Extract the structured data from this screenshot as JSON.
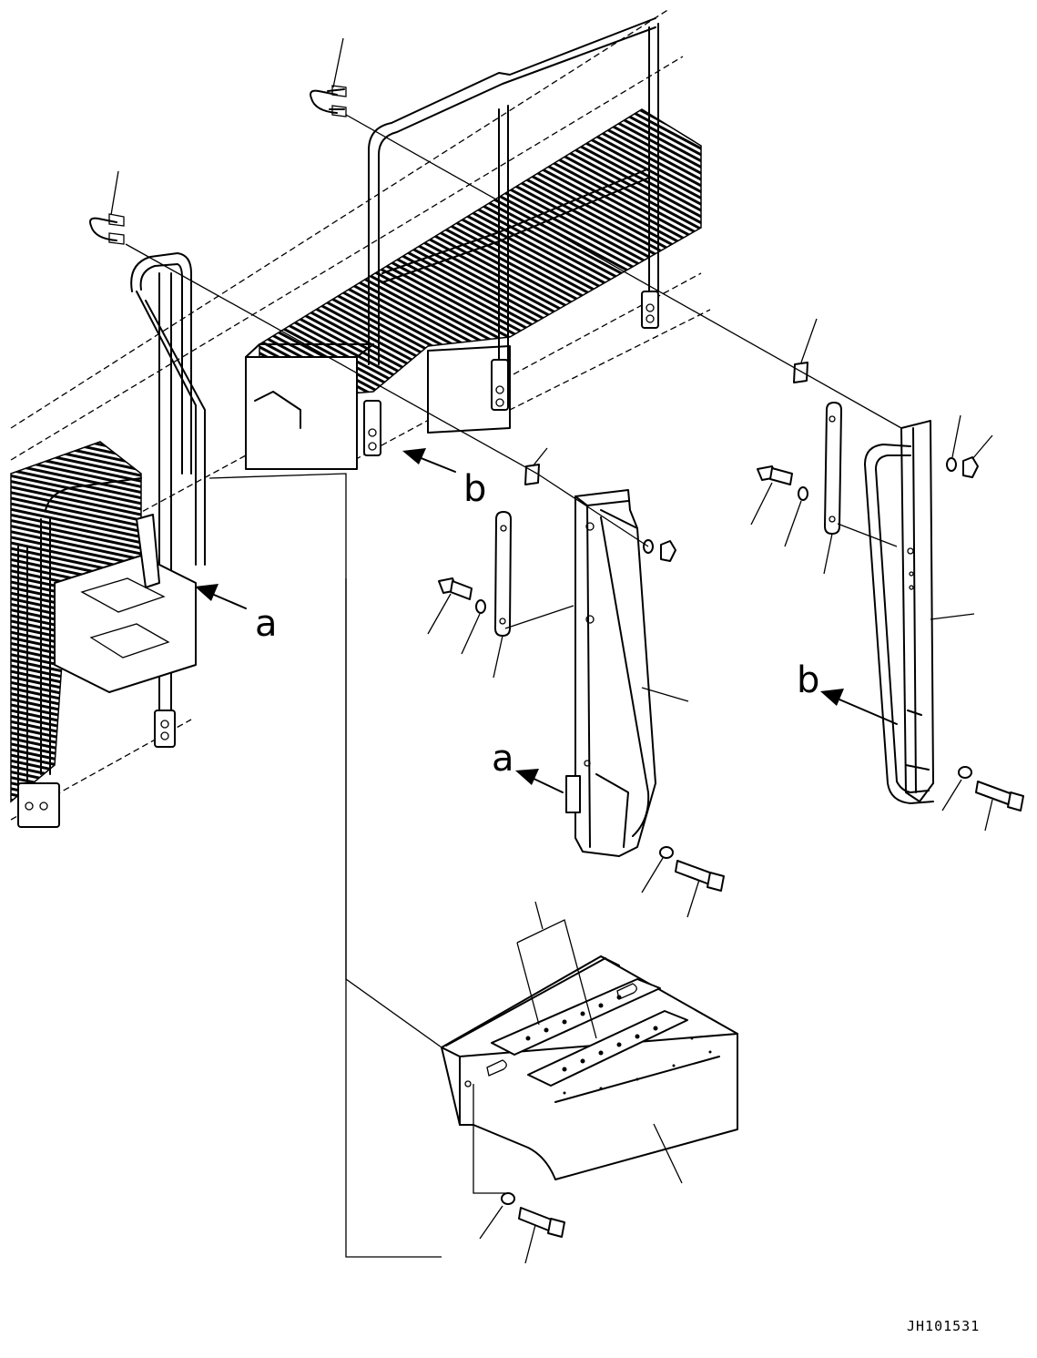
{
  "labels": {
    "a_main": "a",
    "a_view": "a",
    "b_main": "b",
    "b_view": "b"
  },
  "drawing_id": "JH101531",
  "callouts": [
    {
      "name": "u-bolt-upper-callout"
    },
    {
      "name": "u-bolt-left-callout"
    },
    {
      "name": "clip-right-callout"
    },
    {
      "name": "clip-center-callout"
    },
    {
      "name": "nut-right-callout"
    },
    {
      "name": "bolt-right-callout"
    },
    {
      "name": "washer-right-callout"
    },
    {
      "name": "plate-right-callout"
    },
    {
      "name": "ladder-right-callout"
    },
    {
      "name": "bolt-center-callout"
    },
    {
      "name": "washer-center-callout"
    },
    {
      "name": "plate-center-callout"
    },
    {
      "name": "ladder-center-callout"
    },
    {
      "name": "washer-lower-center-callout"
    },
    {
      "name": "bolt-lower-center-callout"
    },
    {
      "name": "washer-lower-right-callout"
    },
    {
      "name": "bolt-lower-right-callout"
    },
    {
      "name": "tread-plate-callout"
    },
    {
      "name": "step-box-callout"
    },
    {
      "name": "washer-bottom-callout"
    },
    {
      "name": "bolt-bottom-callout"
    }
  ]
}
